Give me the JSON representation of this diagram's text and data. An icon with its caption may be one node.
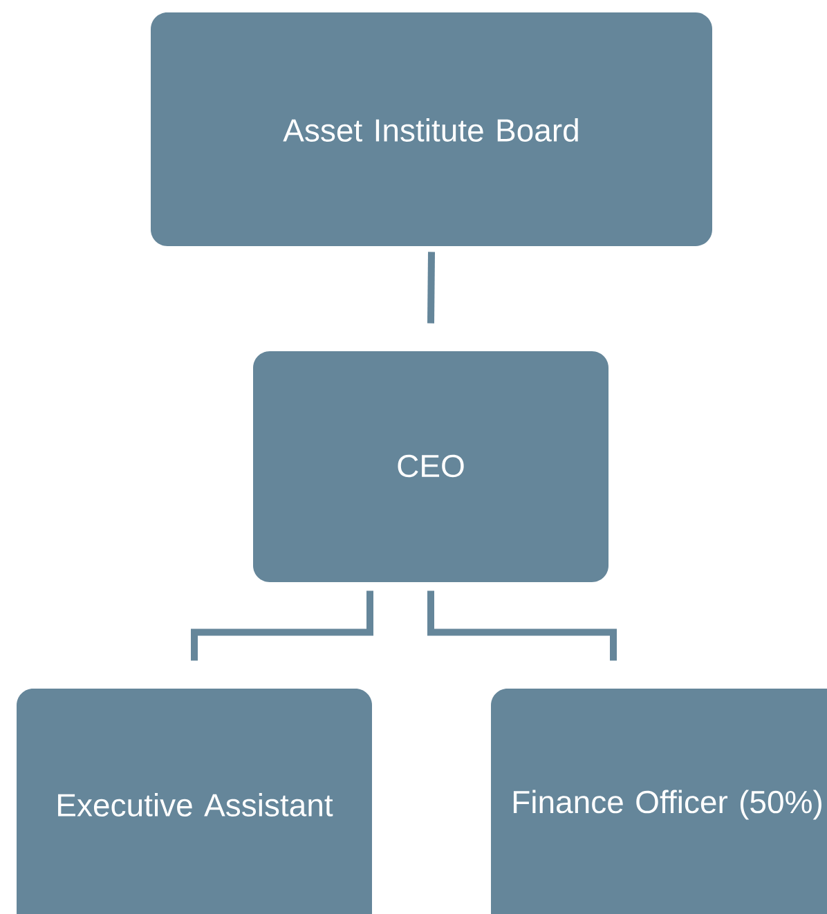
{
  "diagram": {
    "nodes": [
      {
        "text": [
          "Asset Institute Board"
        ]
      },
      {
        "text": [
          "CEO"
        ]
      },
      {
        "text": [
          "Executive Assistant"
        ]
      },
      {
        "text": [
          "Finance Officer (50%)"
        ]
      }
    ],
    "edges": [
      {
        "from": 0,
        "to": 1,
        "arrow": "none"
      },
      {
        "from": 1,
        "to": 2,
        "arrow": "none"
      },
      {
        "from": 1,
        "to": 3,
        "arrow": "none"
      }
    ]
  }
}
